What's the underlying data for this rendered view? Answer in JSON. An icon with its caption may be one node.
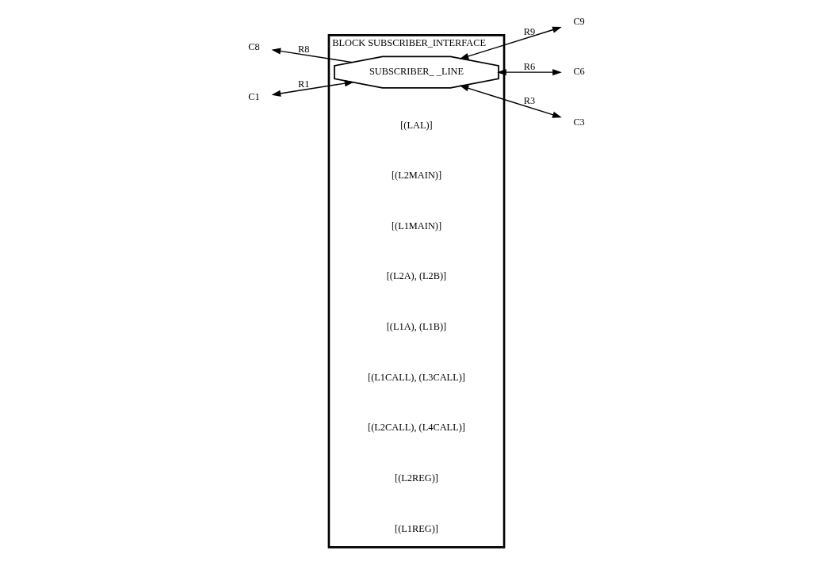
{
  "diagram": {
    "nodes": [
      {
        "text": [
          "BLOCK SUBSCRIBER_INTERFACE"
        ]
      },
      {
        "text": [
          "SUBSCRIBER_ _LINE"
        ],
        "in": 0
      },
      {
        "text": [
          "C8"
        ]
      },
      {
        "text": [
          "C9"
        ]
      },
      {
        "text": [
          "C1"
        ]
      },
      {
        "text": [
          "C6"
        ]
      },
      {
        "text": [
          "C3"
        ]
      }
    ],
    "edges": [
      {
        "from": 1,
        "to": 2,
        "arrow": "to",
        "label": "R8"
      },
      {
        "from": 1,
        "to": 3,
        "arrow": "both",
        "label": "R9"
      },
      {
        "from": 4,
        "to": 1,
        "arrow": "both",
        "label": "R1"
      },
      {
        "from": 1,
        "to": 5,
        "arrow": "both",
        "label": "R6"
      },
      {
        "from": 1,
        "to": 6,
        "arrow": "both",
        "label": "R3"
      }
    ],
    "labels": [
      "[(LAL)]",
      "[(L2MAIN)]",
      "[(L1MAIN)]",
      "[(L2A), (L2B)]",
      "[(L1A), (L1B)]",
      "[(L1CALL), (L3CALL)]",
      "[(L2CALL), (L4CALL)]",
      "[(L2REG)]",
      "[(L1REG)]"
    ]
  }
}
